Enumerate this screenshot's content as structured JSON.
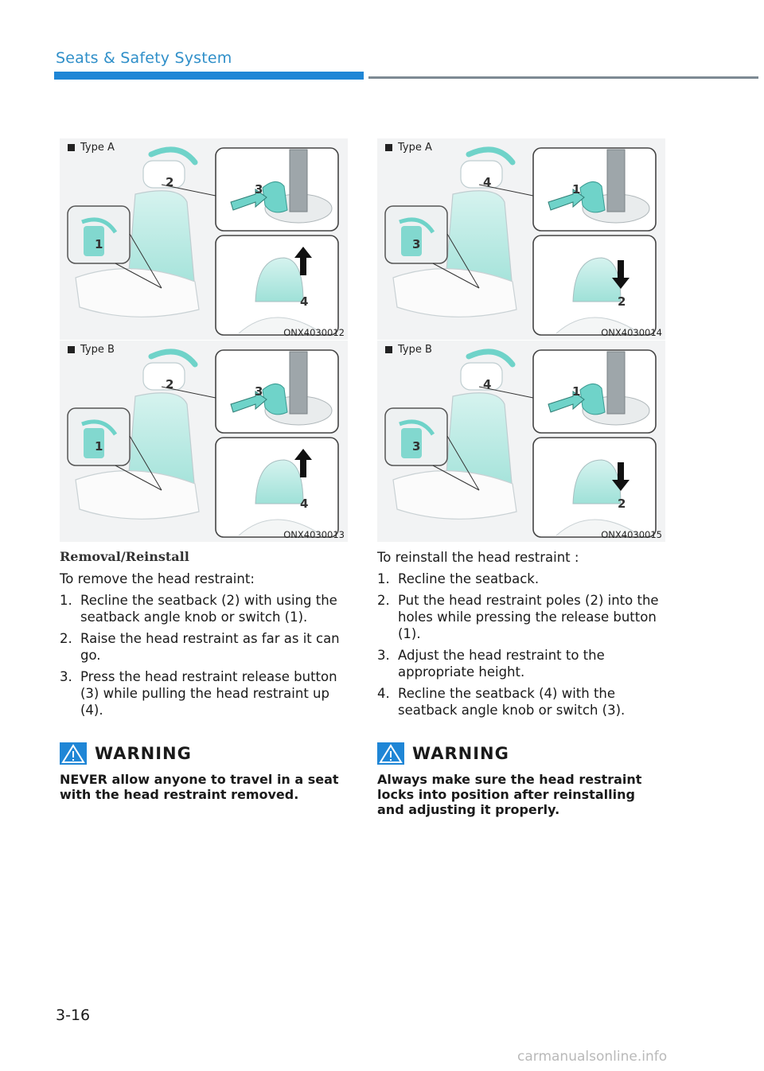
{
  "header": {
    "section_title": "Seats & Safety System"
  },
  "figures": [
    {
      "label": "Type A",
      "code": "ONX4030012",
      "nums": [
        "1",
        "2",
        "3",
        "4"
      ]
    },
    {
      "label": "Type B",
      "code": "ONX4030013",
      "nums": [
        "1",
        "2",
        "3",
        "4"
      ]
    },
    {
      "label": "Type A",
      "code": "ONX4030014",
      "nums": [
        "3",
        "4",
        "1",
        "2"
      ]
    },
    {
      "label": "Type B",
      "code": "ONX4030015",
      "nums": [
        "3",
        "4",
        "1",
        "2"
      ]
    }
  ],
  "left": {
    "heading": "Removal/Reinstall",
    "intro": "To remove the head restraint:",
    "steps": [
      {
        "num": "1.",
        "text": "Recline the seatback (2) with using the seatback angle knob or switch (1)."
      },
      {
        "num": "2.",
        "text": "Raise the head restraint as far as it can go."
      },
      {
        "num": "3.",
        "text": "Press the head restraint release button (3) while pulling the head restraint up (4)."
      }
    ],
    "warning_title": "WARNING",
    "warning_text": "NEVER allow anyone to travel in a seat with the head restraint removed."
  },
  "right": {
    "intro": "To reinstall the head restraint :",
    "steps": [
      {
        "num": "1.",
        "text": "Recline the seatback."
      },
      {
        "num": "2.",
        "text": "Put the head restraint poles (2) into the holes while pressing the release button (1)."
      },
      {
        "num": "3.",
        "text": "Adjust the head restraint to the appropriate height."
      },
      {
        "num": "4.",
        "text": "Recline the seatback (4) with the seatback angle knob or switch (3)."
      }
    ],
    "warning_title": "WARNING",
    "warning_text": "Always make sure the head restraint locks into position after reinstalling and adjusting it properly."
  },
  "footer": {
    "page_number": "3-16",
    "watermark": "carmanualsonline.info"
  },
  "colors": {
    "accent_blue": "#1f86d6",
    "header_text": "#2f8fc9",
    "teal": "#6fd3c9"
  }
}
